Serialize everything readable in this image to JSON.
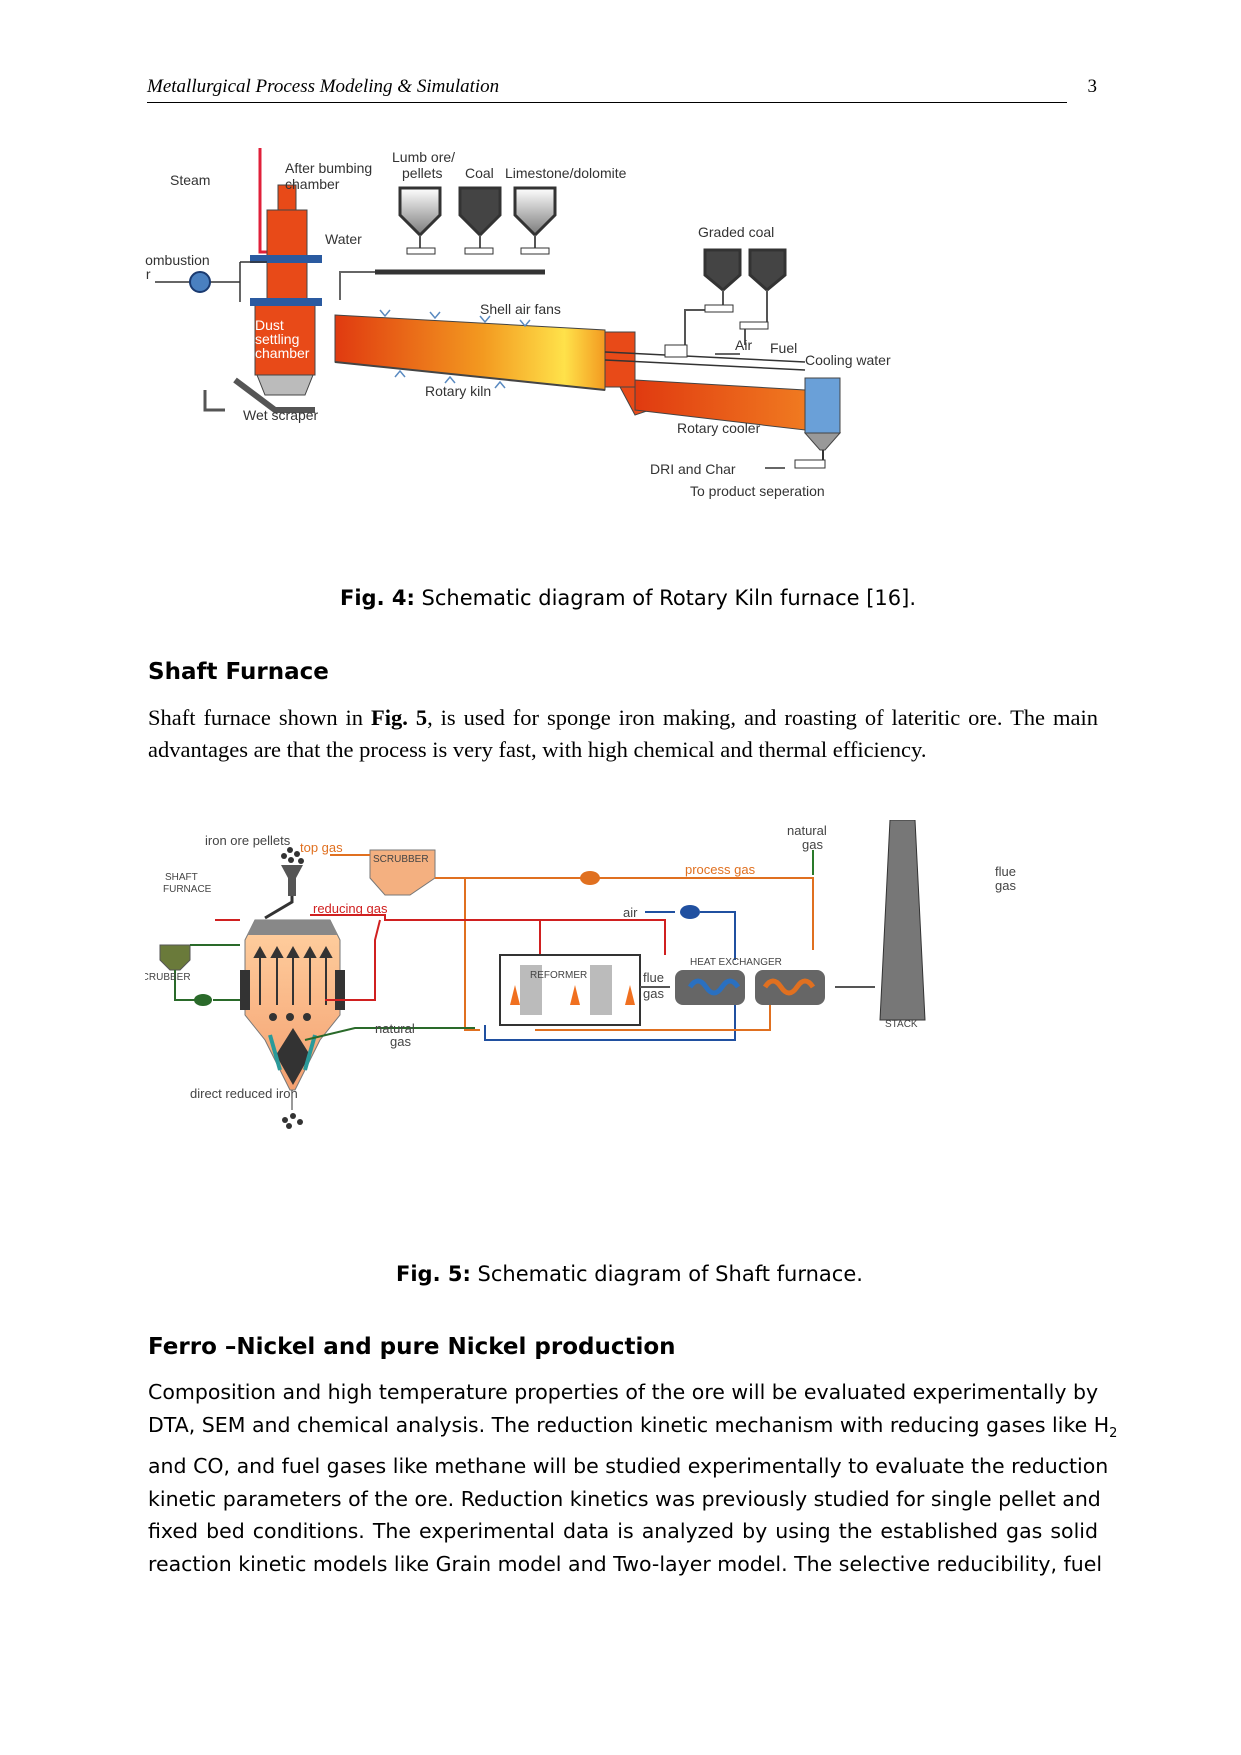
{
  "header": {
    "running_title": "Metallurgical Process Modeling & Simulation",
    "page_number": "3"
  },
  "fig4": {
    "labels": {
      "steam": "Steam",
      "after_bumbing": "After bumbing",
      "chamber": "chamber",
      "lumb_ore": "Lumb ore/",
      "pellets": "pellets",
      "coal": "Coal",
      "limestone": "Limestone/dolomite",
      "combustion": "Combustion",
      "air": "air",
      "water": "Water",
      "graded_coal": "Graded coal",
      "shell_air_fans": "Shell air fans",
      "dust": "Dust",
      "settling": "settling",
      "chamber2": "chamber",
      "air2": "Air",
      "fuel": "Fuel",
      "cooling_water": "Cooling water",
      "rotary_kiln": "Rotary kiln",
      "wet_scraper": "Wet scraper",
      "rotary_cooler": "Rotary cooler",
      "dri_char": "DRI and Char",
      "product_sep": "To product seperation"
    },
    "caption_label": "Fig. 4:",
    "caption_text": " Schematic diagram of Rotary Kiln furnace [16]."
  },
  "section1": {
    "heading": "Shaft Furnace",
    "para_a": "Shaft furnace shown in ",
    "para_ref": "Fig. 5",
    "para_b": ", is used for sponge iron making, and roasting of lateritic ore. The main advantages are that the process is very fast, with high chemical and thermal efficiency."
  },
  "fig5": {
    "labels": {
      "iron_ore_pellets": "iron ore pellets",
      "flue": "flue",
      "gas": "gas",
      "natural": "natural",
      "gas2": "gas",
      "top_gas": "top gas",
      "scrubber_top": "SCRUBBER",
      "process_gas": "process gas",
      "shaft": "SHAFT",
      "furnace": "FURNACE",
      "reducing_gas": "reducing gas",
      "air": "air",
      "heat_exchanger": "HEAT EXCHANGER",
      "reformer": "REFORMER",
      "scrubber_left": "SCRUBBER",
      "flue2": "flue",
      "gas3": "gas",
      "stack": "STACK",
      "natural2": "natural",
      "gas4": "gas",
      "dri": "direct reduced iron"
    },
    "caption_label": "Fig. 5:",
    "caption_text": " Schematic diagram of Shaft furnace."
  },
  "section2": {
    "heading": "Ferro –Nickel and pure Nickel production",
    "lines": [
      "Composition and high temperature properties of the ore will be evaluated experimentally by",
      "DTA, SEM and chemical analysis. The reduction kinetic mechanism with reducing gases like H",
      "and CO, and fuel gases like methane will be studied experimentally to evaluate the reduction",
      "kinetic parameters of the ore. Reduction kinetics was previously studied for single pellet and",
      "fixed bed conditions.  The experimental data is analyzed by using the established gas solid",
      "reaction kinetic models like Grain model and Two-layer model. The selective reducibility, fuel"
    ],
    "subscript": "2"
  }
}
